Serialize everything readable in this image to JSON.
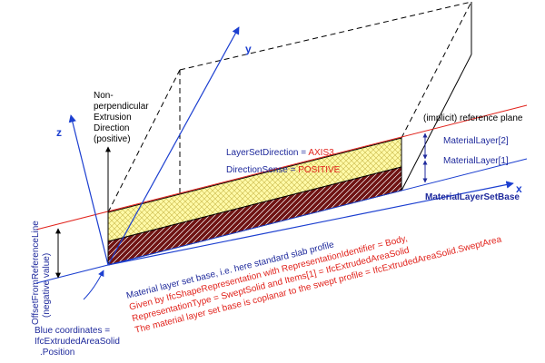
{
  "colors": {
    "blue_axis": "#1c3fd0",
    "blue_text": "#1f2a9c",
    "red": "#e1231c",
    "layer_top_fill": "#fffaa8",
    "layer_bottom_fill": "#6e1212",
    "black": "#000000"
  },
  "axes": {
    "x": "x",
    "y": "y",
    "z": "z"
  },
  "extrusion": {
    "line1": "Non-",
    "line2": "perpendicular",
    "line3": "Extrusion",
    "line4": "Direction",
    "line5": "(positive)"
  },
  "layer_set_direction": {
    "label": "LayerSetDirection = ",
    "value": "AXIS3"
  },
  "direction_sense": {
    "label": "DirectionSense = ",
    "value": "POSITIVE"
  },
  "reference_plane": "(implicit) reference plane",
  "material_layer_2": "MaterialLayer[2]",
  "material_layer_1": "MaterialLayer[1]",
  "material_layer_set_base": "MaterialLayerSetBase",
  "offset": {
    "line1": "OffsetFromReferenceLine",
    "line2": "(negative value)"
  },
  "blue_coordinates": {
    "line1": "Blue coordinates =",
    "line2": "IfcExtrudedAreaSolid",
    "line3": ".Position"
  },
  "notes": {
    "line1": "Material layer set base, i.e. here standard slab profile",
    "line2": "Given by IfcShapeRepresentation with RepresentationIdentifier = Body,",
    "line3": "RepresentationType = SweptSolid and Items[1] = IfcExtrudedAreaSolid",
    "line4": "The material layer set base is coplanar to the swept profile = IfcExtrudedAreaSolid.SweptArea"
  }
}
